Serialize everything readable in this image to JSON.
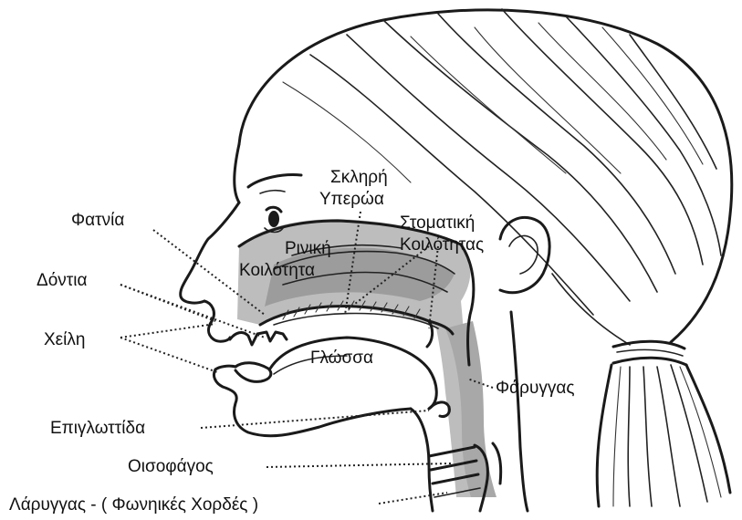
{
  "labels": {
    "fatnia": "Φατνία",
    "dontia": "Δόντια",
    "xeili": "Χείλη",
    "epiglottida": "Επιγλωττίδα",
    "oisofagos": "Οισοφάγος",
    "laryngas": "Λάρυγγας - ( Φωνηικές Χορδές )",
    "sklhrh": "Σκληρή",
    "yperwa": "Υπερώα",
    "rinikh": "Ρινική",
    "koilothta_rin": "Κοιλότητα",
    "stomatikh": "Στοματική",
    "koilothta_stom": "Κοιλότητας",
    "glwssa": "Γλώσσα",
    "faryggas": "Φάρυγγας"
  },
  "colors": {
    "cavity_shade": "#9c9c9c",
    "cavity_light": "#bdbdbd",
    "line": "#1a1a1a",
    "background": "#ffffff"
  }
}
